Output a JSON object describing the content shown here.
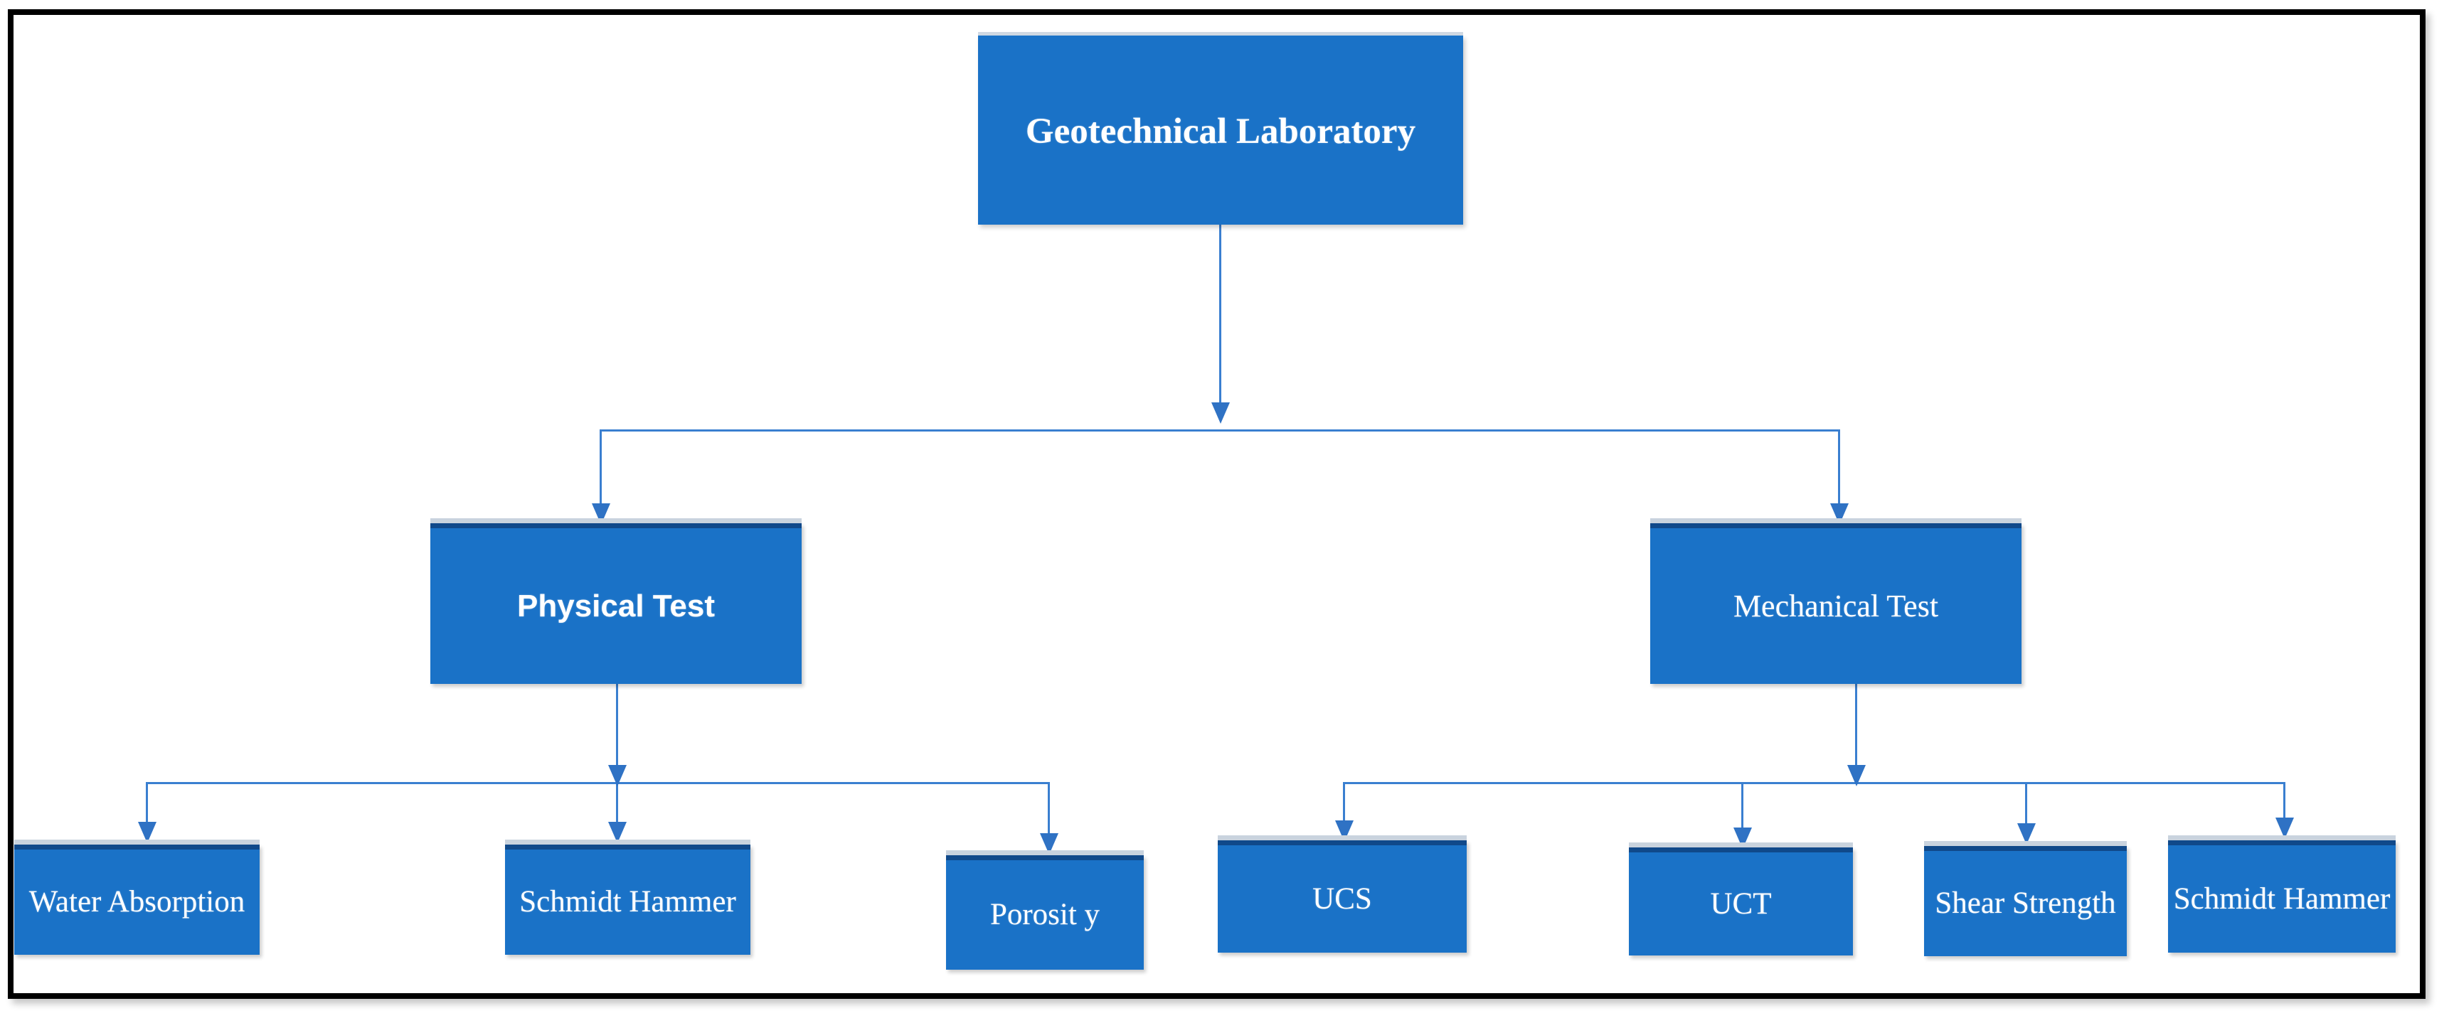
{
  "figure": {
    "title": "Geotechnical Laboratory test classification chart",
    "accent_color": "#1a72c7",
    "border_color": "#10498a",
    "connector_color": "#3a7fd0",
    "frame_color": "#000000",
    "text_color": "#ffffff"
  },
  "chart_data": {
    "type": "diagram",
    "layout": "top-down-tree",
    "root": {
      "id": "geotechnical-laboratory",
      "label": "Geotechnical Laboratory"
    },
    "levels": [
      {
        "level": 1,
        "nodes": [
          {
            "id": "geotechnical-laboratory",
            "label": "Geotechnical Laboratory"
          }
        ]
      },
      {
        "level": 2,
        "nodes": [
          {
            "id": "physical-test",
            "label": "Physical Test",
            "parent": "geotechnical-laboratory"
          },
          {
            "id": "mechanical-test",
            "label": "Mechanical Test",
            "parent": "geotechnical-laboratory"
          }
        ]
      },
      {
        "level": 3,
        "nodes": [
          {
            "id": "water-absorption",
            "label": "Water Absorption",
            "parent": "physical-test"
          },
          {
            "id": "schmidt-hammer-physical",
            "label": "Schmidt Hammer",
            "parent": "physical-test"
          },
          {
            "id": "porosity",
            "label": "Porosity",
            "parent": "physical-test"
          },
          {
            "id": "ucs",
            "label": "UCS",
            "parent": "mechanical-test"
          },
          {
            "id": "uct",
            "label": "UCT",
            "parent": "mechanical-test"
          },
          {
            "id": "shear-strength",
            "label": "Shear Strength",
            "parent": "mechanical-test"
          },
          {
            "id": "schmidt-hammer-mechanical",
            "label": "Schmidt Hammer",
            "parent": "mechanical-test"
          }
        ]
      }
    ],
    "edges": [
      {
        "from": "geotechnical-laboratory",
        "to": "physical-test"
      },
      {
        "from": "geotechnical-laboratory",
        "to": "mechanical-test"
      },
      {
        "from": "physical-test",
        "to": "water-absorption"
      },
      {
        "from": "physical-test",
        "to": "schmidt-hammer-physical"
      },
      {
        "from": "physical-test",
        "to": "porosity"
      },
      {
        "from": "mechanical-test",
        "to": "ucs"
      },
      {
        "from": "mechanical-test",
        "to": "uct"
      },
      {
        "from": "mechanical-test",
        "to": "shear-strength"
      },
      {
        "from": "mechanical-test",
        "to": "schmidt-hammer-mechanical"
      }
    ]
  },
  "nodes": {
    "root": {
      "label": "Geotechnical Laboratory"
    },
    "physical_test": {
      "label": "Physical Test"
    },
    "mechanical_test": {
      "label": "Mechanical Test"
    },
    "water_absorption": {
      "label": "Water Absorption"
    },
    "schmidt_hammer_left": {
      "label": "Schmidt Hammer"
    },
    "porosity": {
      "label": "Porosit y"
    },
    "ucs": {
      "label": "UCS"
    },
    "uct": {
      "label": "UCT"
    },
    "shear_strength": {
      "label": "Shear Strength"
    },
    "schmidt_hammer_right": {
      "label": "Schmidt Hammer"
    }
  }
}
